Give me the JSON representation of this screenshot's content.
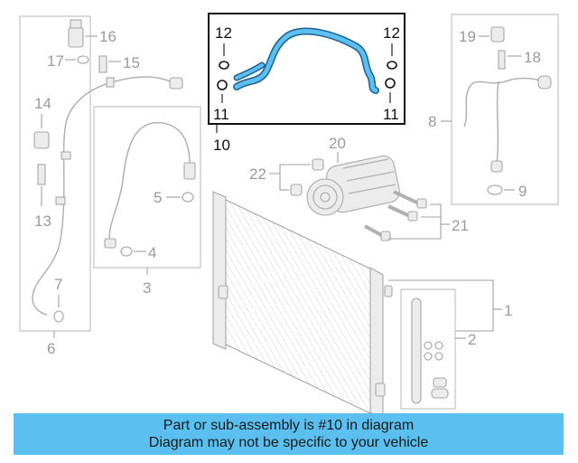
{
  "callouts": {
    "c1": "1",
    "c2": "2",
    "c3": "3",
    "c4": "4",
    "c5": "5",
    "c6": "6",
    "c7": "7",
    "c8": "8",
    "c9": "9",
    "c10": "10",
    "c11a": "11",
    "c11b": "11",
    "c12a": "12",
    "c12b": "12",
    "c13": "13",
    "c14": "14",
    "c15": "15",
    "c16": "16",
    "c17": "17",
    "c18": "18",
    "c19": "19",
    "c20": "20",
    "c21": "21",
    "c22": "22"
  },
  "highlight": {
    "color": "#5bc0f0",
    "part": "10"
  },
  "banner": {
    "line1": "Part or sub-assembly is #10 in diagram",
    "line2": "Diagram may not be specific to your vehicle",
    "background": "#5bc0f0"
  }
}
